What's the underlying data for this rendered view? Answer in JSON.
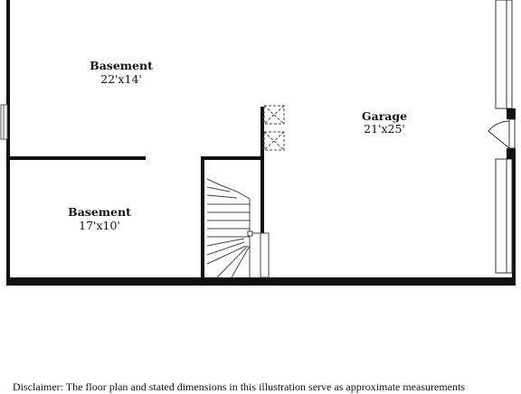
{
  "plan": {
    "rooms": [
      {
        "name": "Basement",
        "dimensions": "22'x14'"
      },
      {
        "name": "Basement",
        "dimensions": "17'x10'"
      },
      {
        "name": "Garage",
        "dimensions": "21'x25'"
      }
    ]
  },
  "footer": {
    "disclaimer": "Disclaimer: The floor plan and stated dimensions in this illustration serve as approximate measurements"
  },
  "colors": {
    "wall": "#111111",
    "background": "#ffffff",
    "fixture": "#555555"
  }
}
